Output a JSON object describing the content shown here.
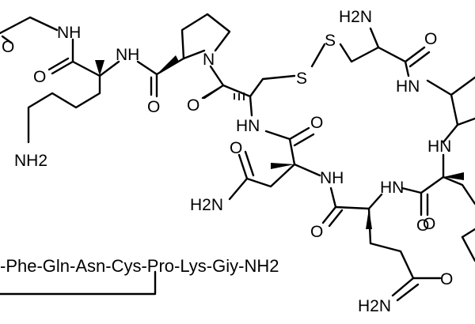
{
  "diagram": {
    "type": "chemical-structure",
    "atom_labels": {
      "nh_top_left": "NH",
      "o_top_left": "O",
      "nh_lys": "NH",
      "o_lys": "O",
      "n_pro": "N",
      "o_pro": "O",
      "nh2_lys_side": "NH2",
      "o_cys_amide": "O",
      "s1": "S",
      "s2": "S",
      "h2n_cys_top": "H2N",
      "o_top_right": "O",
      "hn_right": "HN",
      "hn_cys": "HN",
      "o_asn_bb": "O",
      "o_asn_side": "O",
      "h2n_asn": "H2N",
      "nh_asn": "NH",
      "hn_gln": "HN",
      "o_gln_bb": "O",
      "o_mid": "O",
      "o_gln_side": "O",
      "h2n_gln": "H2N",
      "hn_far_right": "HN",
      "o_far_right": "O"
    },
    "sequence": "-Phe-Gln-Asn-Cys-Pro-Lys-Giy-NH2"
  }
}
